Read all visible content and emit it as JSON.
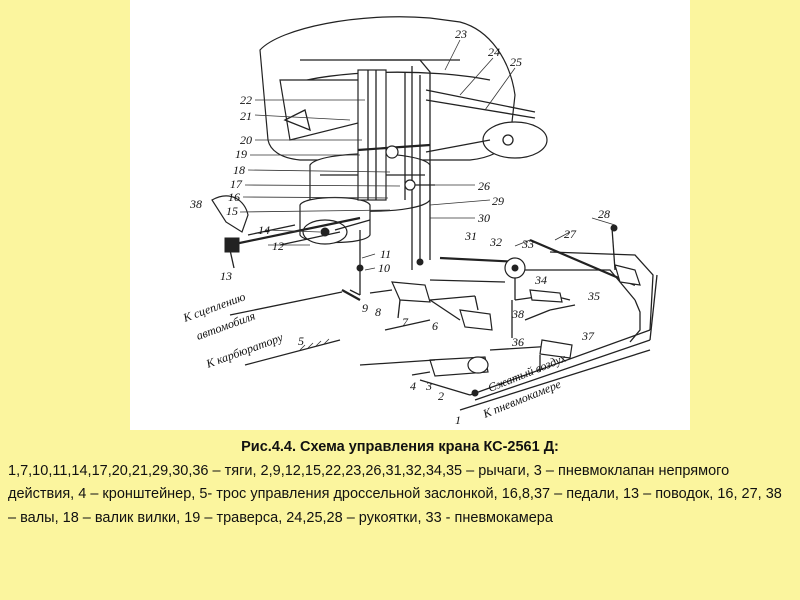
{
  "caption": {
    "title": "Рис.4.4. Схема управления крана КС-2561 Д:",
    "text": "1,7,10,11,14,17,20,21,29,30,36 – тяги, 2,9,12,15,22,23,26,31,32,34,35 – рычаги, 3 – пневмоклапан непрямого действия, 4 – кронштейнер, 5- трос управления дроссельной заслонкой, 16,8,37 – педали, 13 – поводок, 16, 27, 38 – валы, 18 – валик вилки, 19 – траверса, 24,25,28 – рукоятки, 33 - пневмокамера"
  },
  "diagram": {
    "labels": {
      "to_clutch_line1": "К сцеплению",
      "to_clutch_line2": "автомобиля",
      "to_carburetor": "К карбюратору",
      "compressed_air": "Сжатый воздух",
      "to_pneumochamber": "К пневмокамере"
    },
    "numbers": {
      "n1": "1",
      "n2": "2",
      "n3": "3",
      "n4": "4",
      "n5": "5",
      "n6": "6",
      "n7": "7",
      "n8": "8",
      "n9": "9",
      "n10": "10",
      "n11": "11",
      "n12": "12",
      "n13": "13",
      "n14": "14",
      "n15": "15",
      "n16": "16",
      "n17": "17",
      "n18": "18",
      "n19": "19",
      "n20": "20",
      "n21": "21",
      "n22": "22",
      "n23": "23",
      "n24": "24",
      "n25": "25",
      "n26": "26",
      "n27": "27",
      "n28": "28",
      "n29": "29",
      "n30": "30",
      "n31": "31",
      "n32": "32",
      "n33": "33",
      "n34": "34",
      "n35": "35",
      "n36": "36",
      "n37": "37",
      "n38": "38"
    }
  }
}
